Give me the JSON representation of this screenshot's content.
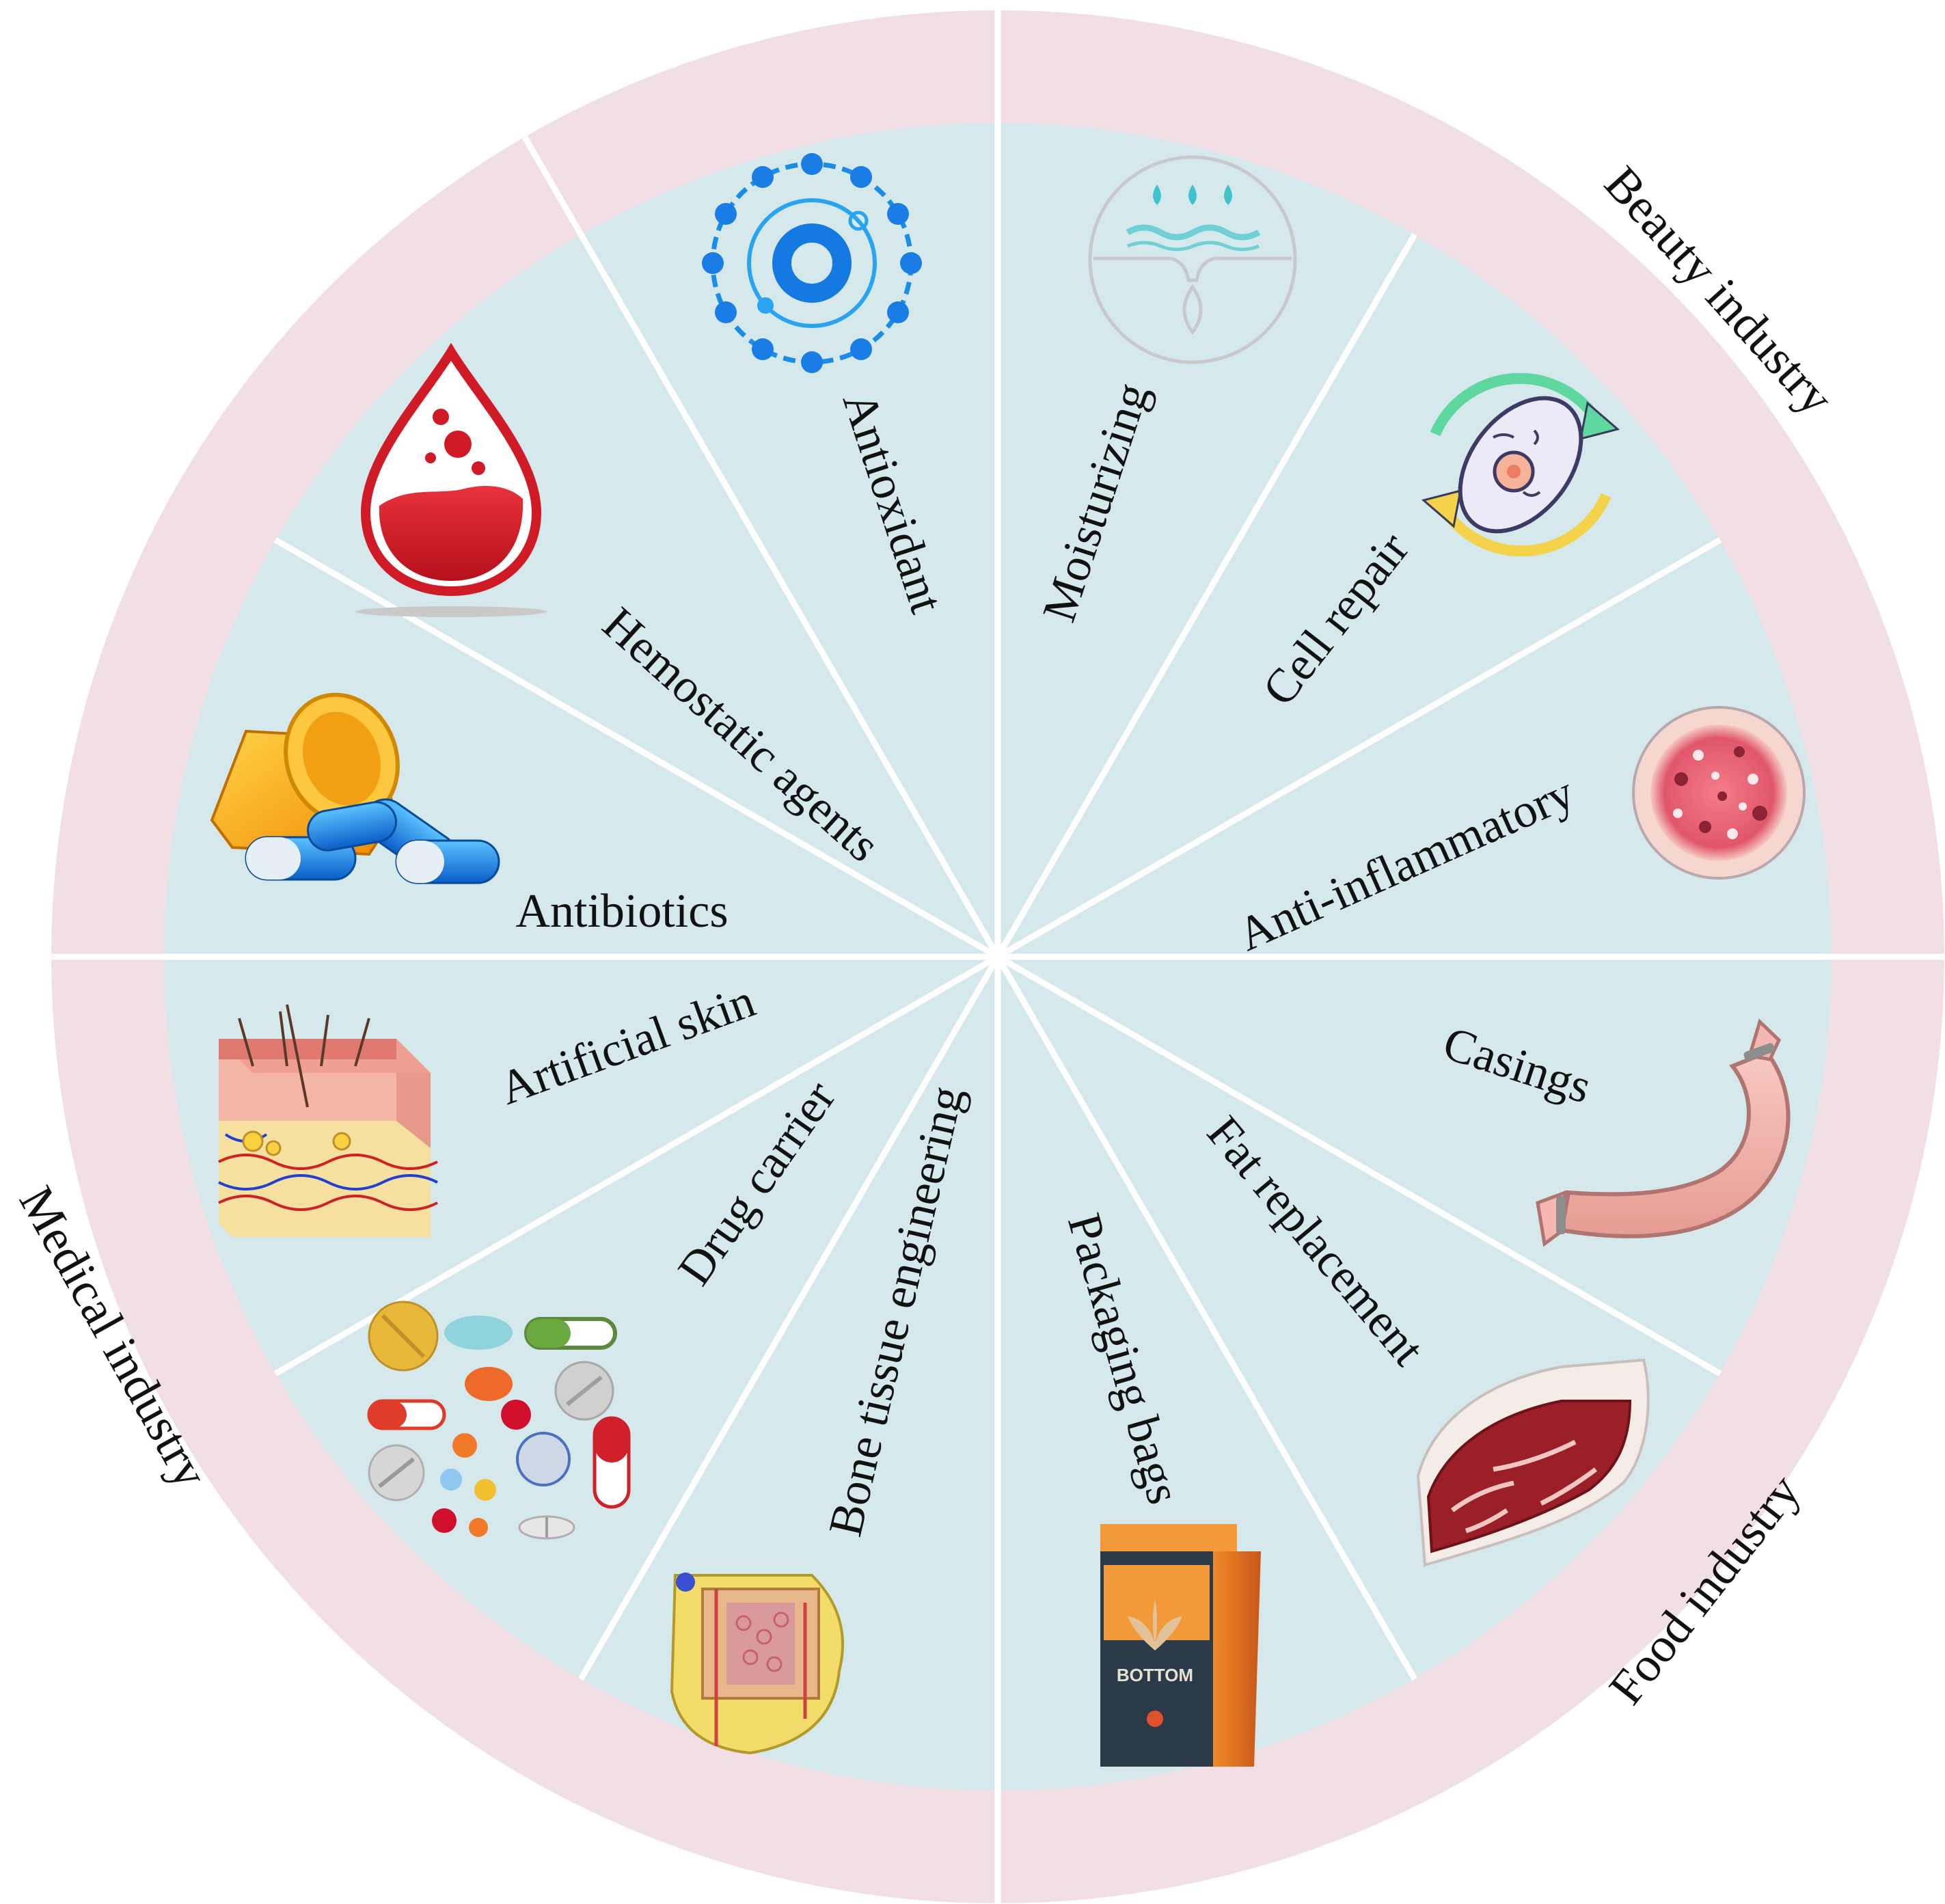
{
  "colors": {
    "ring": "#f2dfe6",
    "wedge": "#d5e8ec",
    "divider": "#ffffff"
  },
  "industries": {
    "beauty": "Beauty industry",
    "food": "Food industry",
    "medical": "Medical industry"
  },
  "segments": [
    {
      "label": "Antioxidant",
      "icon": "antioxidant-molecule-icon"
    },
    {
      "label": "Moisturizing",
      "icon": "moisturizing-drop-icon"
    },
    {
      "label": "Cell repair",
      "icon": "cell-repair-cycle-icon"
    },
    {
      "label": "Anti-inflammatory",
      "icon": "inflamed-skin-icon"
    },
    {
      "label": "Casings",
      "icon": "sausage-icon"
    },
    {
      "label": "Fat replacement",
      "icon": "marbled-meat-icon"
    },
    {
      "label": "Packaging bags",
      "icon": "packaging-bag-icon"
    },
    {
      "label": "Bone tissue engineering",
      "icon": "bone-cross-section-icon"
    },
    {
      "label": "Drug carrier",
      "icon": "pills-assortment-icon"
    },
    {
      "label": "Artificial skin",
      "icon": "skin-layers-icon"
    },
    {
      "label": "Antibiotics",
      "icon": "pill-bottle-capsules-icon"
    },
    {
      "label": "Hemostatic agents",
      "icon": "blood-drop-icon"
    }
  ],
  "bag_text": "BOTTOM"
}
